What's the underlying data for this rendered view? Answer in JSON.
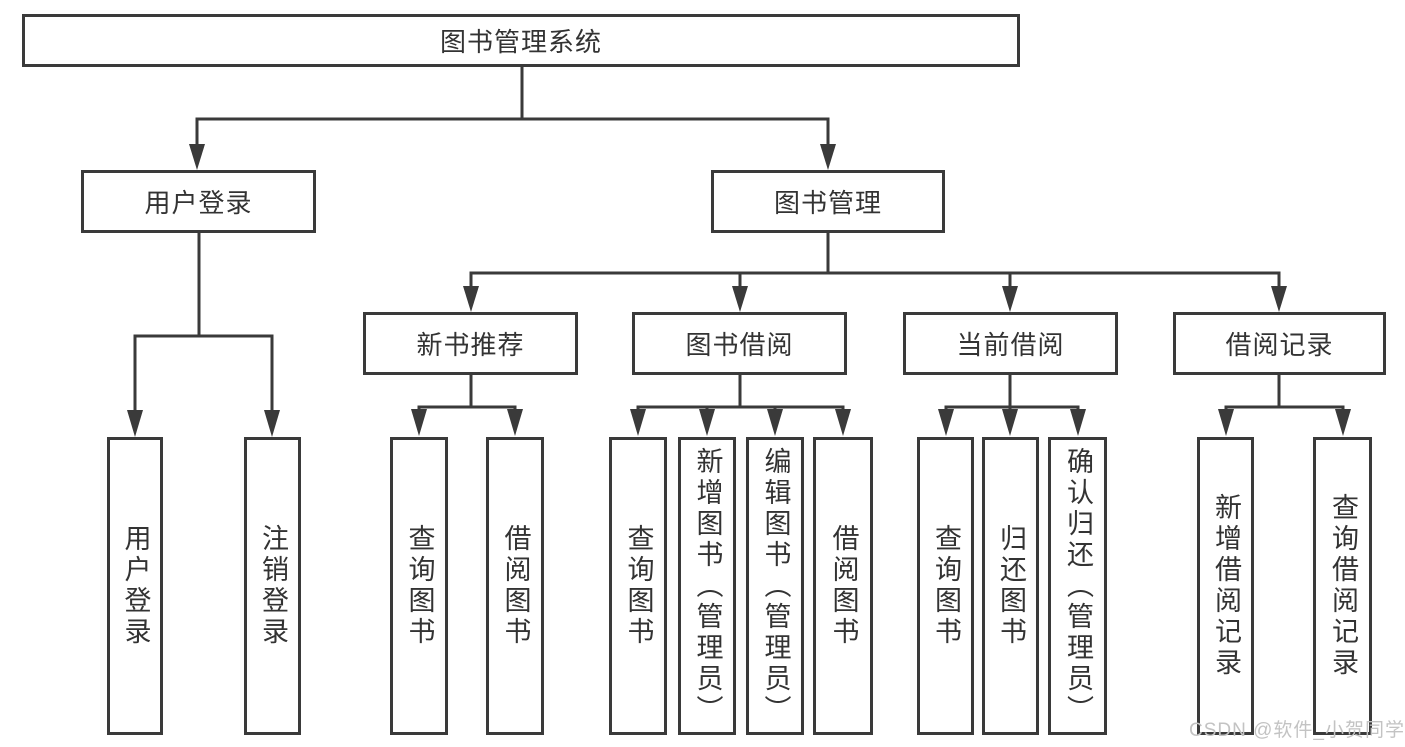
{
  "tree": {
    "label": "图书管理系统",
    "children": [
      {
        "label": "用户登录",
        "children": [
          {
            "label": "用户登录"
          },
          {
            "label": "注销登录"
          }
        ]
      },
      {
        "label": "图书管理",
        "children": [
          {
            "label": "新书推荐",
            "children": [
              {
                "label": "查询图书"
              },
              {
                "label": "借阅图书"
              }
            ]
          },
          {
            "label": "图书借阅",
            "children": [
              {
                "label": "查询图书"
              },
              {
                "label": "新增图书（管理员）"
              },
              {
                "label": "编辑图书（管理员）"
              },
              {
                "label": "借阅图书"
              }
            ]
          },
          {
            "label": "当前借阅",
            "children": [
              {
                "label": "查询图书"
              },
              {
                "label": "归还图书"
              },
              {
                "label": "确认归还（管理员）"
              }
            ]
          },
          {
            "label": "借阅记录",
            "children": [
              {
                "label": "新增借阅记录"
              },
              {
                "label": "查询借阅记录"
              }
            ]
          }
        ]
      }
    ]
  },
  "watermark": {
    "text": "CSDN @软件_小贺同学"
  },
  "colors": {
    "line": "#3a3a3a",
    "box_border": "#3a3a3a",
    "text": "#333333",
    "watermark": "#c3c3c3",
    "background": "#ffffff"
  }
}
